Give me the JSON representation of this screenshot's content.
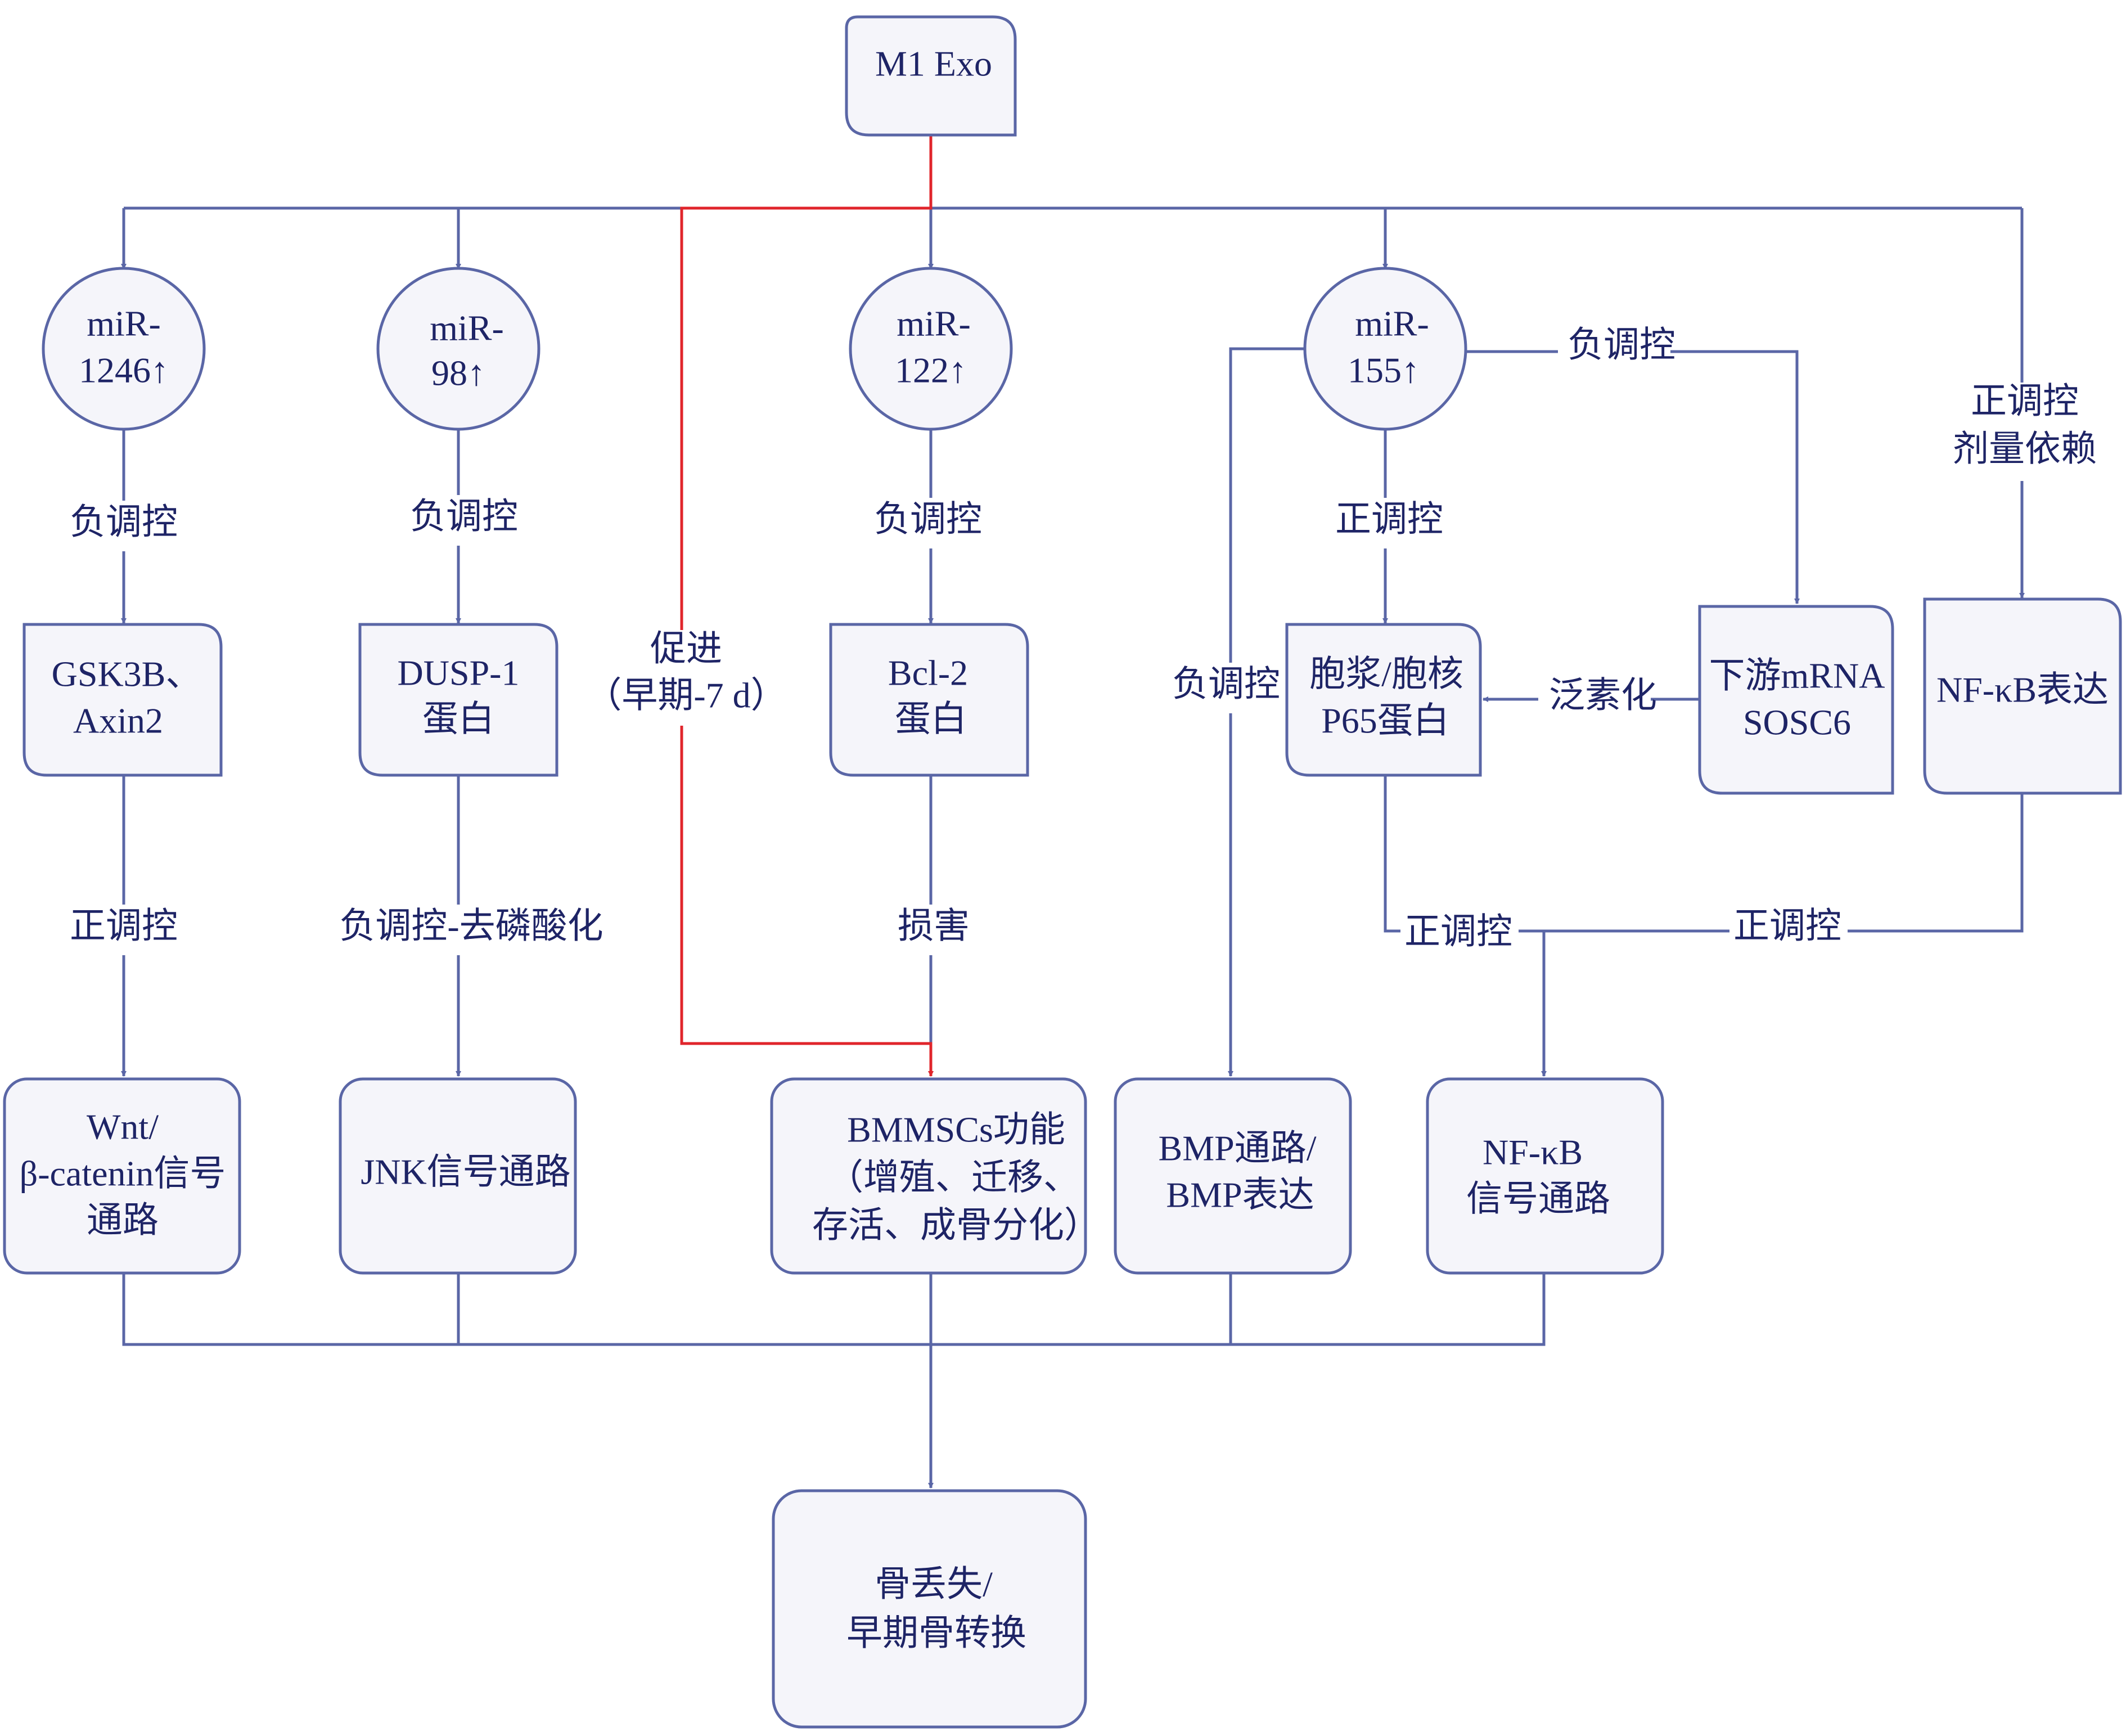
{
  "colors": {
    "box_stroke": "#5a66a6",
    "box_fill": "#f5f5fa",
    "text": "#1e2466",
    "line": "#5a66a6",
    "highlight_line": "#e0252b"
  },
  "nodes": {
    "m1exo": [
      "M1 Exo"
    ],
    "mir1246": [
      "miR-",
      "1246↑"
    ],
    "mir98": [
      "miR-",
      "98↑"
    ],
    "mir122": [
      "miR-",
      "122↑"
    ],
    "mir155": [
      "miR-",
      "155↑"
    ],
    "gsk3b": [
      "GSK3B、",
      "Axin2"
    ],
    "dusp1": [
      "DUSP-1",
      "蛋白"
    ],
    "bcl2": [
      "Bcl-2",
      "蛋白"
    ],
    "p65": [
      "胞浆/胞核",
      "P65蛋白"
    ],
    "sosc6": [
      "下游mRNA",
      "SOSC6"
    ],
    "nfkb_expr": [
      "NF-κB表达"
    ],
    "wnt": [
      "Wnt/",
      "β-catenin信号",
      "通路"
    ],
    "jnk": [
      "JNK信号通路"
    ],
    "bmmscs": [
      "BMMSCs功能",
      "（增殖、迁移、",
      "存活、成骨分化）"
    ],
    "bmp": [
      "BMP通路/",
      "BMP表达"
    ],
    "nfkb_pathway": [
      "NF-κB",
      "信号通路"
    ],
    "bone_loss": [
      "骨丢失/",
      "早期骨转换"
    ]
  },
  "edge_labels": {
    "neg_1246": "负调控",
    "neg_98": "负调控",
    "neg_122": "负调控",
    "pos_155": "正调控",
    "neg_155_sosc6": "负调控",
    "pos_dose": [
      "正调控",
      "剂量依赖"
    ],
    "promote": [
      "促进",
      "（早期-7 d）"
    ],
    "neg_155_bmp": "负调控",
    "ubiquitin": "泛素化",
    "pos_gsk": "正调控",
    "neg_dephos": "负调控-去磷酸化",
    "damage": "损害",
    "pos_p65": "正调控",
    "pos_nfkb": "正调控"
  }
}
